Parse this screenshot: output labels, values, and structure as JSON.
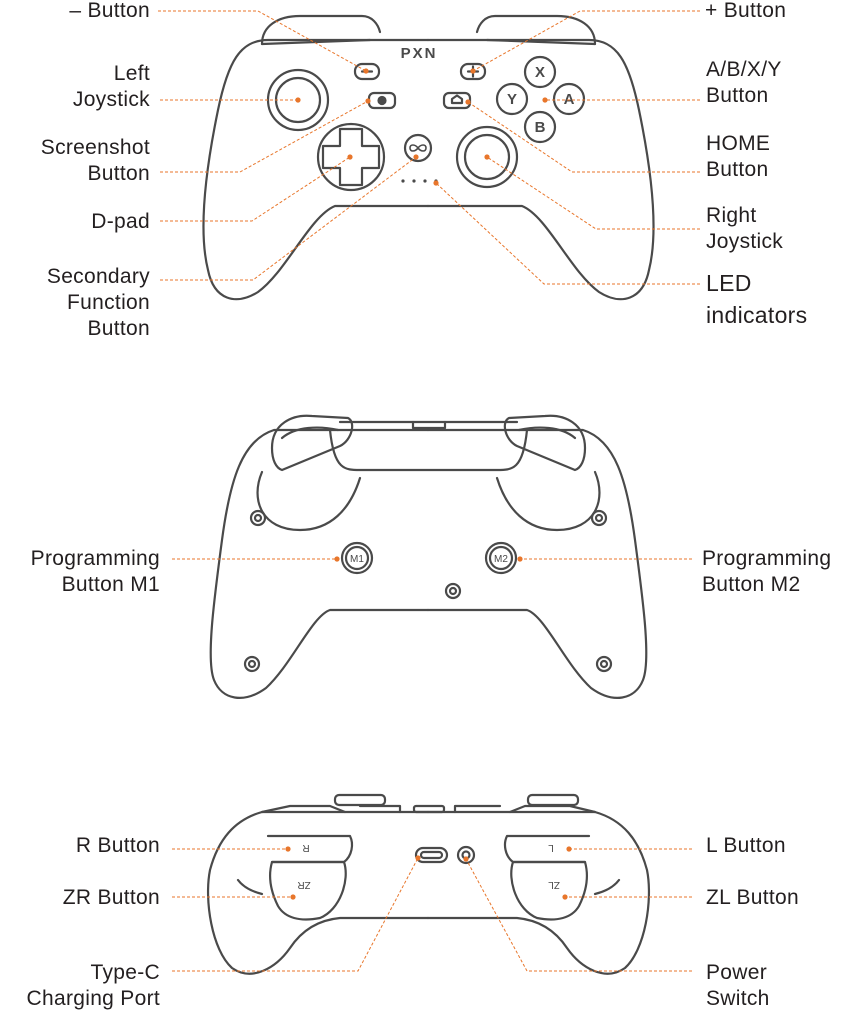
{
  "brand": "PXN",
  "colors": {
    "leader": "#e8762b",
    "outline": "#4a4a4a",
    "text": "#231f20"
  },
  "front": {
    "minus": [
      "– Button"
    ],
    "plus": [
      "+ Button"
    ],
    "left_joystick": [
      "Left",
      "Joystick"
    ],
    "abxy": [
      "A/B/X/Y",
      "Button"
    ],
    "screenshot": [
      "Screenshot",
      "Button"
    ],
    "home": [
      "HOME",
      "Button"
    ],
    "dpad": [
      "D-pad"
    ],
    "right_joystick": [
      "Right",
      "Joystick"
    ],
    "secondary": [
      "Secondary",
      "Function",
      "Button"
    ],
    "led": [
      "LED",
      "indicators"
    ]
  },
  "back": {
    "m1": [
      "Programming",
      "Button M1"
    ],
    "m2": [
      "Programming",
      "Button M2"
    ],
    "m1_mark": "M1",
    "m2_mark": "M2"
  },
  "top": {
    "r": [
      "R Button"
    ],
    "l": [
      "L Button"
    ],
    "zr": [
      "ZR Button"
    ],
    "zl": [
      "ZL Button"
    ],
    "typec": [
      "Type-C",
      "Charging Port"
    ],
    "power": [
      "Power",
      "Switch"
    ],
    "r_mark": "R",
    "zr_mark": "ZR",
    "l_mark": "L",
    "zl_mark": "ZL"
  },
  "face_marks": {
    "x": "X",
    "y": "Y",
    "a": "A",
    "b": "B"
  }
}
